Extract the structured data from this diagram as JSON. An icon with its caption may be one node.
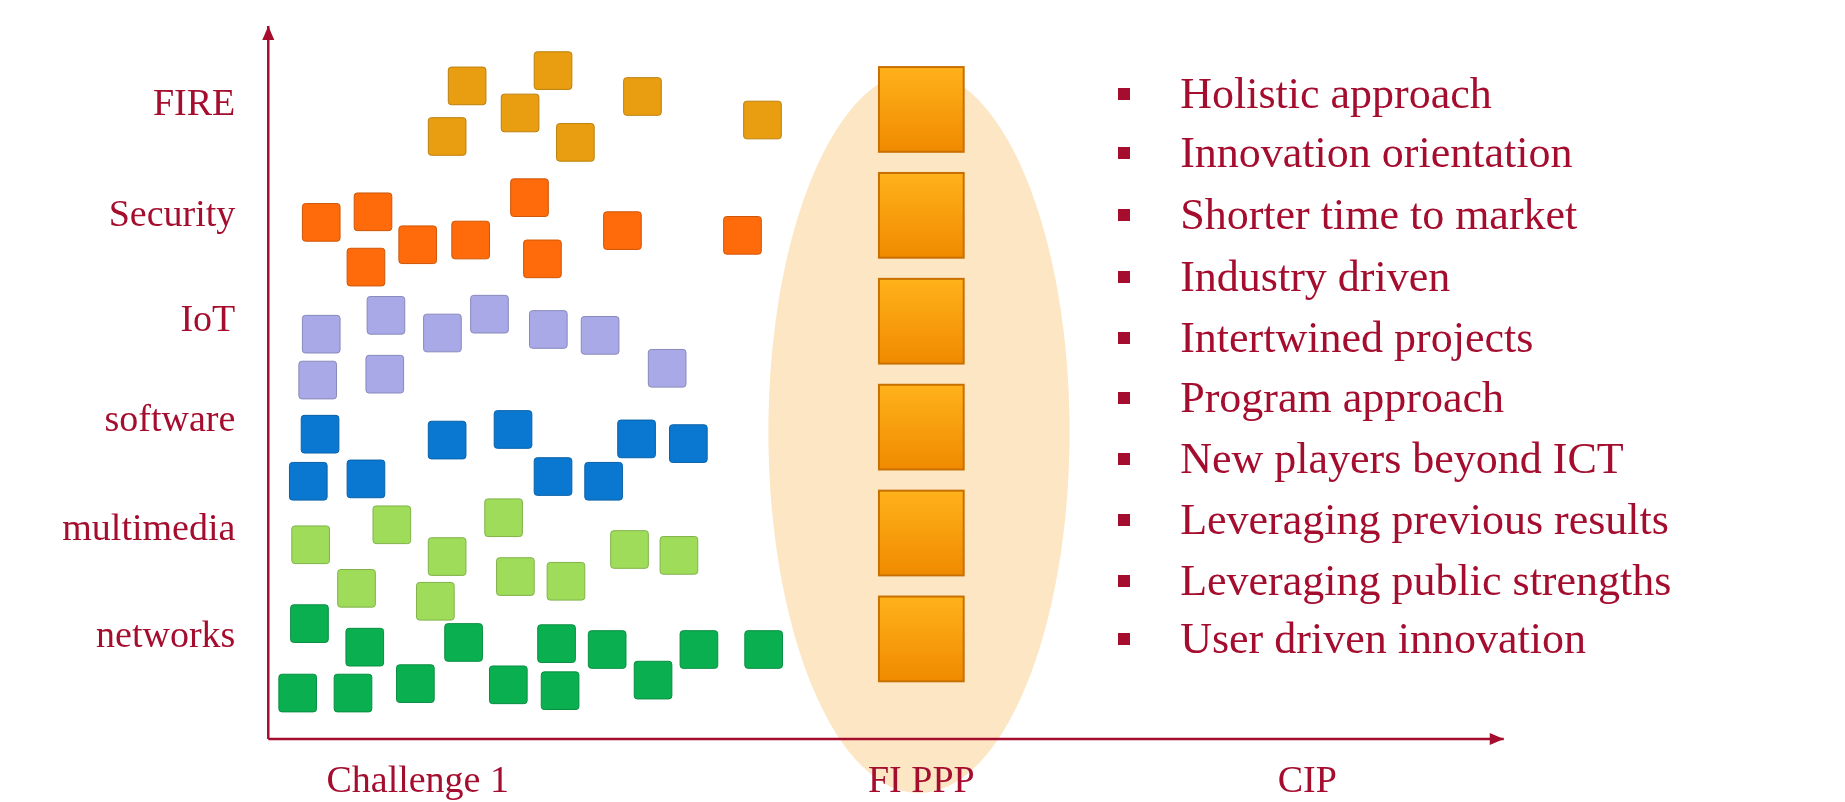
{
  "diagram": {
    "labels": [
      "FIRE",
      "Security",
      "IoT",
      "software",
      "multimedia",
      "networks",
      "Holistic approach",
      "Innovation orientation",
      "Shorter time to market",
      "Industry driven",
      "Intertwined projects",
      "Program approach",
      "New players beyond ICT",
      "Leveraging previous results",
      "Leveraging public strengths",
      "User driven innovation",
      "Challenge 1",
      "FI PPP",
      "CIP"
    ]
  }
}
